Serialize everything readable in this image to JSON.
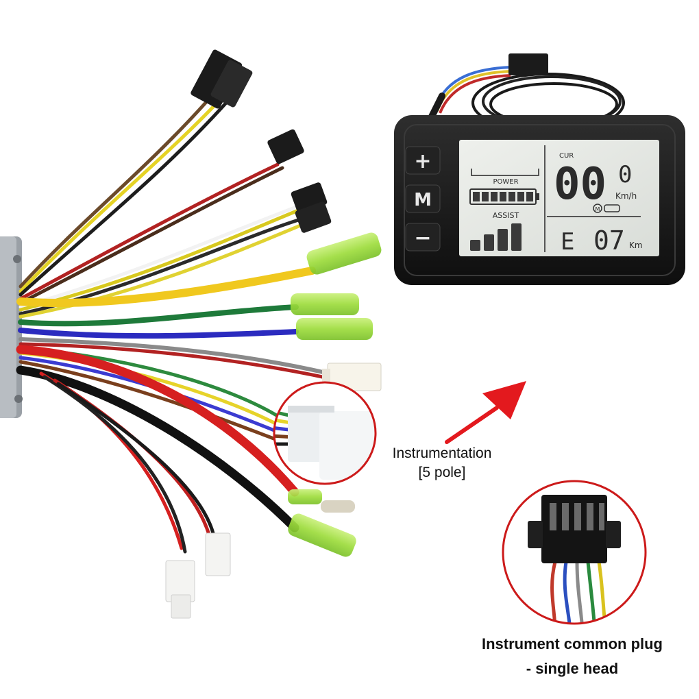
{
  "display": {
    "buttons": {
      "plus": "+",
      "mode": "M",
      "minus": "−"
    },
    "labels": {
      "cur": "CUR",
      "power": "POWER",
      "assist": "ASSIST",
      "speed_unit": "Km/h",
      "distance_unit": "Km",
      "motor_icon_text": "M"
    },
    "readouts": {
      "speed": "00",
      "speed_decimal": "0",
      "error_prefix": "E",
      "error_code": "07"
    },
    "battery_segments": 7,
    "assist_bars": 4
  },
  "captions": {
    "instrumentation_line1": "Instrumentation",
    "instrumentation_line2": "[5 pole]",
    "plug_line1": "Instrument common plug",
    "plug_line2": "- single head"
  },
  "colors": {
    "arrow": "#e3191e",
    "highlight_circle": "#cc1a1a",
    "lcd_background": "#e4e7e3",
    "housing": "#1a1a1a"
  }
}
